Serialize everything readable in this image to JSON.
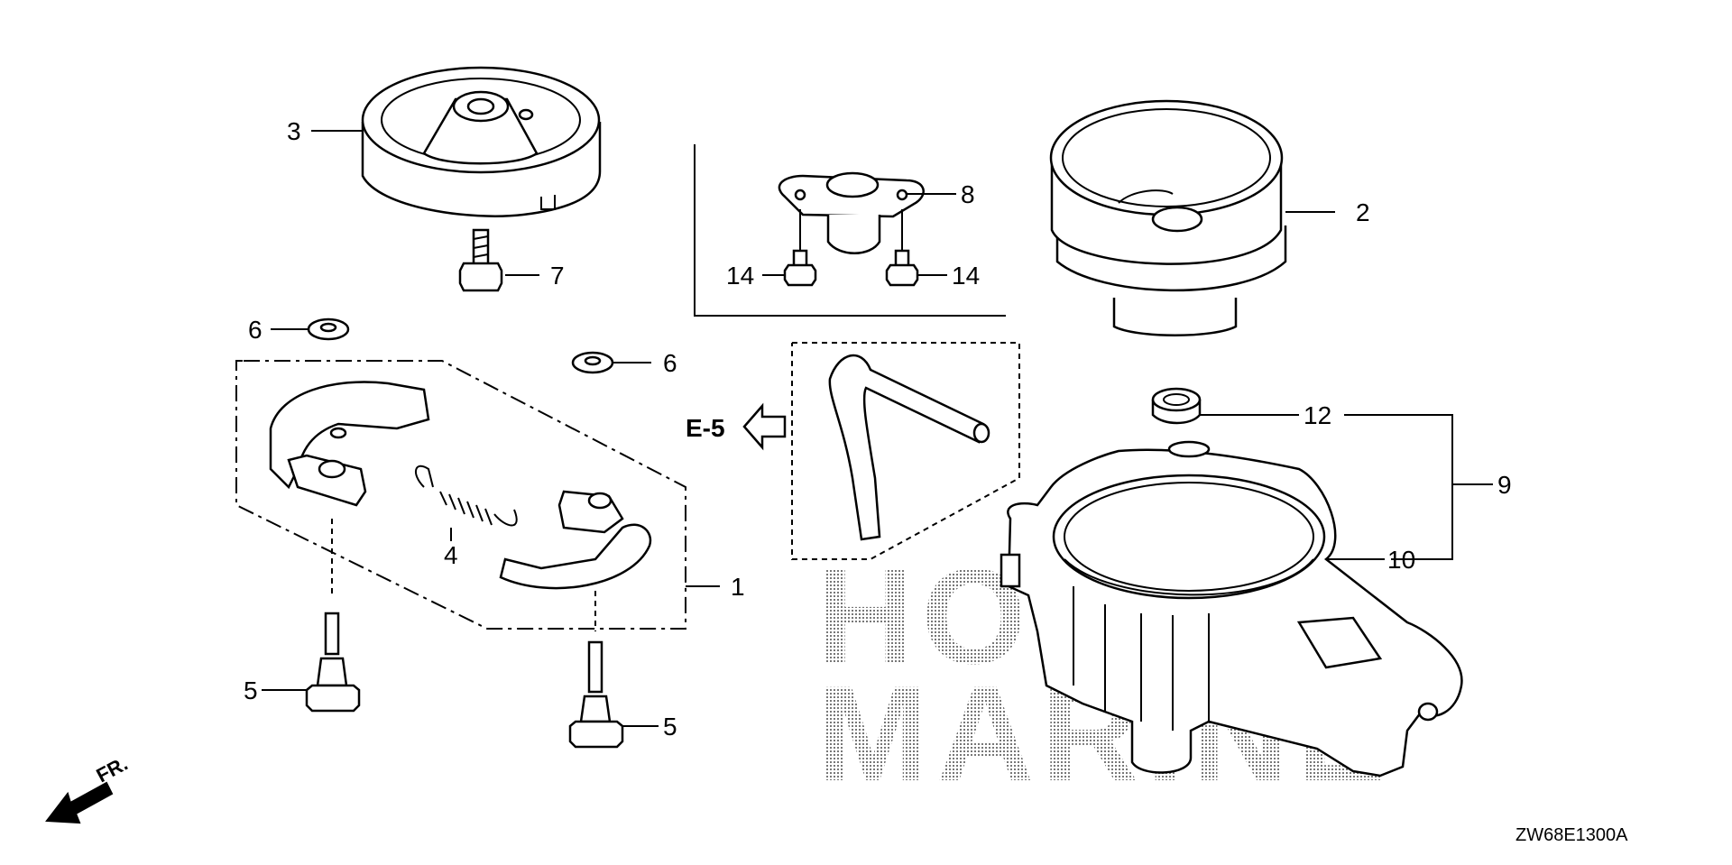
{
  "diagram": {
    "diagram_code": "ZW68E1300A",
    "direction_label": "FR.",
    "reference_label": "E-5",
    "watermark": {
      "line1": "HONDA",
      "line2": "MARINE"
    },
    "callouts": {
      "c1": "1",
      "c2": "2",
      "c3": "3",
      "c4": "4",
      "c5a": "5",
      "c5b": "5",
      "c6a": "6",
      "c6b": "6",
      "c7": "7",
      "c8": "8",
      "c9": "9",
      "c10": "10",
      "c12": "12",
      "c14a": "14",
      "c14b": "14"
    }
  }
}
